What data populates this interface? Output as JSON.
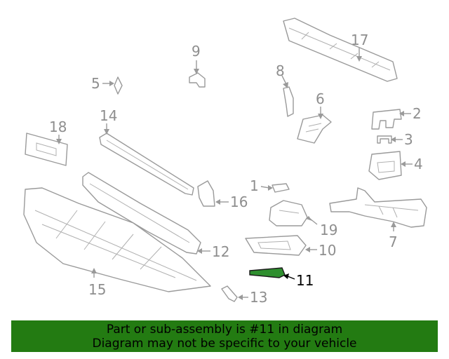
{
  "callouts": {
    "p1": "1",
    "p2": "2",
    "p3": "3",
    "p4": "4",
    "p5": "5",
    "p6": "6",
    "p7": "7",
    "p8": "8",
    "p9": "9",
    "p10": "10",
    "p11": "11",
    "p12": "12",
    "p13": "13",
    "p14": "14",
    "p15": "15",
    "p16": "16",
    "p17": "17",
    "p18": "18",
    "p19": "19"
  },
  "highlight": {
    "part": "11",
    "color": "#2f8f2f"
  },
  "banner": {
    "line1": "Part or sub-assembly is #11 in diagram",
    "line2": "Diagram may not be specific to your vehicle",
    "background": "#237b12"
  }
}
